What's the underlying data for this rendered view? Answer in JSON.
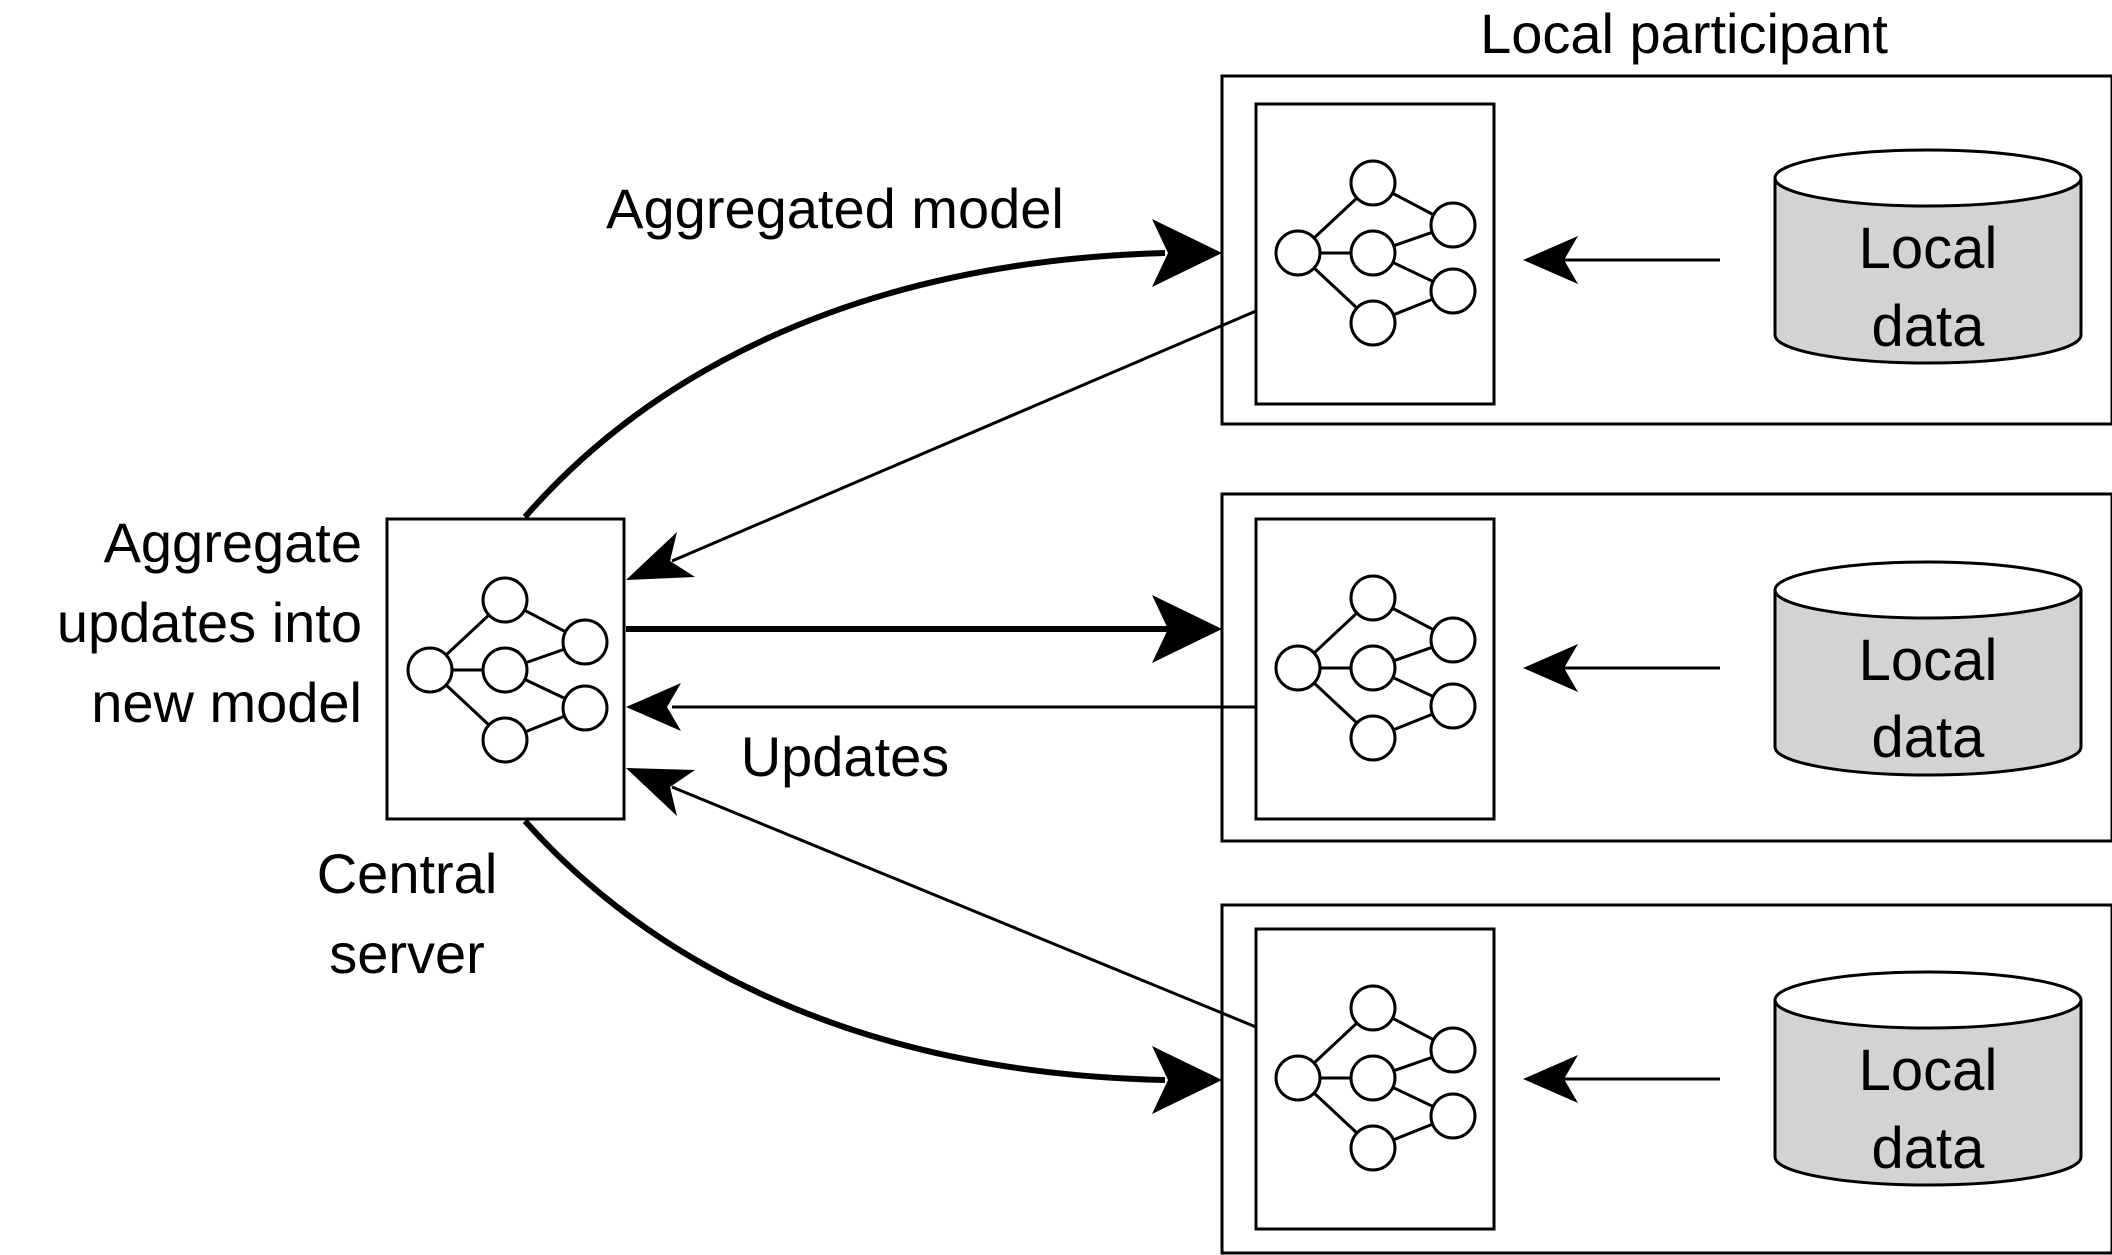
{
  "title": "Local participant",
  "labels": {
    "aggregated_model": "Aggregated model",
    "updates": "Updates",
    "aggregate_line1": "Aggregate",
    "aggregate_line2": "updates into",
    "aggregate_line3": "new model",
    "central_line1": "Central",
    "central_line2": "server"
  },
  "participants": [
    {
      "data_line1": "Local",
      "data_line2": "data"
    },
    {
      "data_line1": "Local",
      "data_line2": "data"
    },
    {
      "data_line1": "Local",
      "data_line2": "data"
    }
  ],
  "colors": {
    "cylinder_fill": "#d2d4d3",
    "stroke": "#000000",
    "background": "#ffffff"
  },
  "icons": {
    "model": "neural-network-icon",
    "data": "database-cylinder-icon"
  }
}
